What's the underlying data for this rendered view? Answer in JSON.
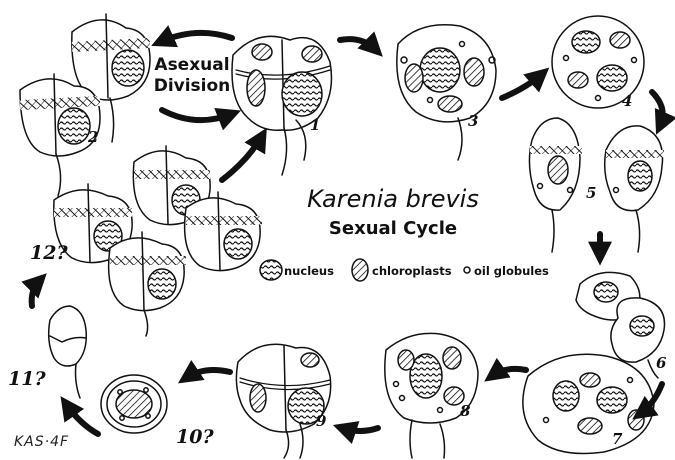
{
  "diagram": {
    "asexual_label": [
      "Asexual",
      "Division"
    ],
    "title": "Karenia brevis",
    "subtitle": "Sexual Cycle",
    "legend": {
      "nucleus": "nucleus",
      "chloroplasts": "chloroplasts",
      "oil_globules": "oil globules"
    },
    "stage_labels": {
      "s1": "1",
      "s2": "2",
      "s3": "3",
      "s4": "4",
      "s5": "5",
      "s6": "6",
      "s7": "7",
      "s8": "8",
      "s9": "9",
      "s10": "10?",
      "s11": "11?",
      "s12": "12?"
    },
    "signature": "KAS·4F"
  },
  "colors": {
    "ink": "#111111",
    "background": "#ffffff"
  }
}
